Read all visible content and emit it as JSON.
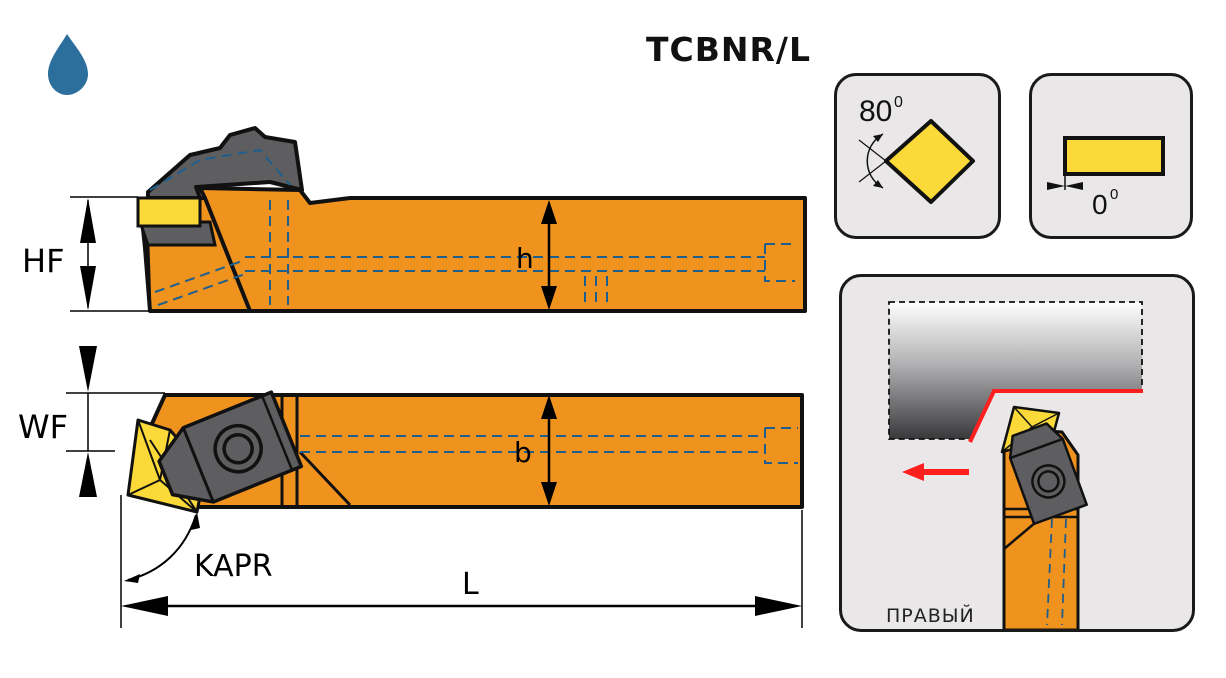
{
  "title": "TCBNR/L",
  "coolant_icon": "water-drop-icon",
  "colors": {
    "holder": "#ef921e",
    "insert": "#fbd939",
    "clamp": "#5e5d5f",
    "hidden_lines": "#1e5f8e",
    "panel_bg": "#e9e7e8",
    "cut_path": "#ff1f1f",
    "drop": "#2c6f9c"
  },
  "dimensions": {
    "hf": "HF",
    "h": "h",
    "wf": "WF",
    "b": "b",
    "kapr": "KAPR",
    "l": "L"
  },
  "insert_shape_panel": {
    "angle_label": "80",
    "degree_mark": "0"
  },
  "clearance_panel": {
    "angle_label": "0",
    "degree_mark": "0"
  },
  "application_panel": {
    "hand_label": "ПРАВЫЙ"
  }
}
